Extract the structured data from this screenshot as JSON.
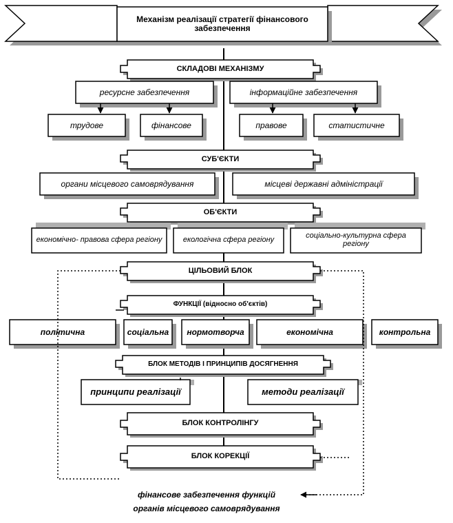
{
  "title": "Механізм реалізації стратегії фінансового забезпечення",
  "components": {
    "header": "СКЛАДОВІ МЕХАНІЗМУ",
    "resource": "ресурсне  забезпечення",
    "information": "інформаційне  забезпечення",
    "labor": "трудове",
    "financial": "фінансове",
    "legal": "правове",
    "statistical": "статистичне"
  },
  "subjects": {
    "header": "СУБ'ЄКТИ",
    "local_government": "органи  місцевого  самоврядування",
    "state_administrations": "місцеві  державні  адміністрації"
  },
  "objects": {
    "header": "ОБ'ЄКТИ",
    "economic_legal": "економічно- правова сфера регіону",
    "ecological": "екологічна  сфера регіону",
    "sociocultural": "соціально-культурна сфера регіону"
  },
  "target_block": "ЦІЛЬОВИЙ БЛОК",
  "functions": {
    "header": "ФУНКЦІЇ (відносно об'єктів)",
    "political": "політична",
    "social": "соціальна",
    "normative": "нормотворча",
    "economic": "економічна",
    "control": "контрольна"
  },
  "methods": {
    "header": "БЛОК МЕТОДІВ  І ПРИНЦИПІВ ДОСЯГНЕННЯ",
    "principles": "принципи реалізації",
    "methods": "методи реалізації"
  },
  "controlling_block": "БЛОК КОНТРОЛІНГУ",
  "correction_block": "БЛОК КОРЕКЦІЇ",
  "result": {
    "line1": "фінансове  забезпечення  функцій",
    "line2": "органів місцевого  самоврядування"
  }
}
